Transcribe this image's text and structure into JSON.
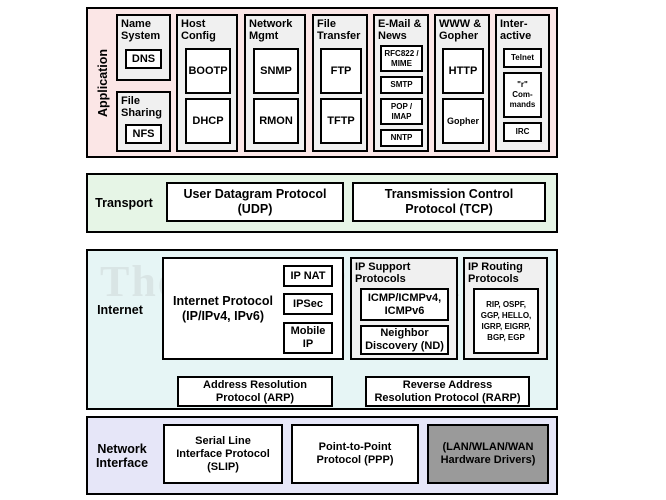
{
  "watermark": "The TCP/IP Guide",
  "application": {
    "label": "Application",
    "groups": {
      "name_system": {
        "label": "Name System",
        "items": [
          "DNS"
        ]
      },
      "file_sharing": {
        "label": "File Sharing",
        "items": [
          "NFS"
        ]
      },
      "host_config": {
        "label": "Host Config",
        "items": [
          "BOOTP",
          "DHCP"
        ]
      },
      "network_mgmt": {
        "label": "Network Mgmt",
        "items": [
          "SNMP",
          "RMON"
        ]
      },
      "file_transfer": {
        "label": "File Transfer",
        "items": [
          "FTP",
          "TFTP"
        ]
      },
      "email_news": {
        "label": "E-Mail & News",
        "items": [
          "RFC822 / MIME",
          "SMTP",
          "POP / IMAP",
          "NNTP"
        ]
      },
      "www_gopher": {
        "label": "WWW & Gopher",
        "items": [
          "HTTP",
          "Gopher"
        ]
      },
      "interactive": {
        "label": "Inter-active",
        "items": [
          "Telnet",
          "\"r\" Com-mands",
          "IRC"
        ]
      }
    }
  },
  "transport": {
    "label": "Transport",
    "udp": "User Datagram Protocol (UDP)",
    "tcp": "Transmission Control Protocol (TCP)"
  },
  "internet": {
    "label": "Internet",
    "ip": "Internet Protocol (IP/IPv4, IPv6)",
    "ip_nat": "IP NAT",
    "ipsec": "IPSec",
    "mobile_ip": "Mobile IP",
    "ip_support": {
      "label": "IP Support Protocols",
      "items": [
        "ICMP/ICMPv4, ICMPv6",
        "Neighbor Discovery (ND)"
      ]
    },
    "ip_routing": {
      "label": "IP Routing Protocols",
      "items": "RIP, OSPF, GGP, HELLO, IGRP, EIGRP, BGP, EGP"
    },
    "arp": "Address Resolution Protocol (ARP)",
    "rarp": "Reverse Address Resolution Protocol (RARP)"
  },
  "network_interface": {
    "label": "Network Interface",
    "slip": "Serial Line Interface Protocol (SLIP)",
    "ppp": "Point-to-Point Protocol (PPP)",
    "drivers": "(LAN/WLAN/WAN Hardware Drivers)"
  },
  "colors": {
    "application": "#fbe6e6",
    "transport": "#e6f5e6",
    "internet": "#e6f5f5",
    "network_interface": "#e6e6f8",
    "drivers": "#9a9a9a"
  }
}
